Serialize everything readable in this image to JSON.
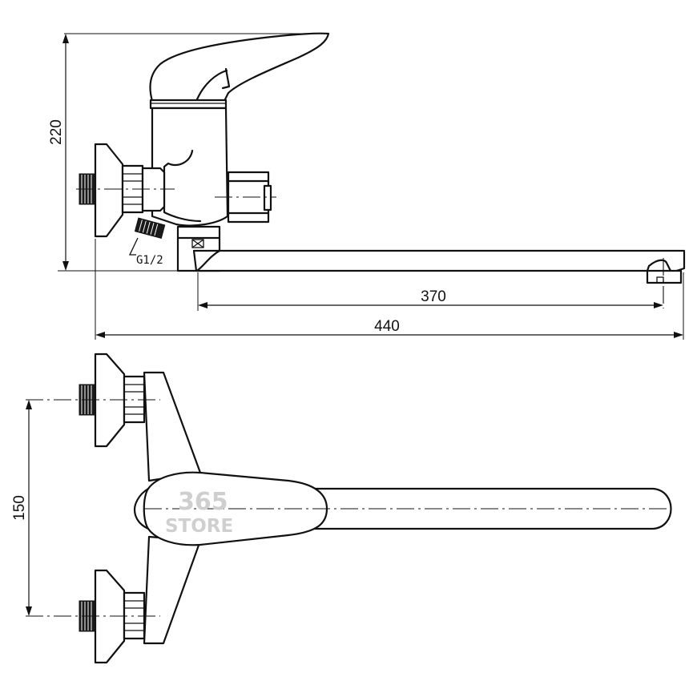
{
  "dimensions": {
    "height_total": "220",
    "spout_reach": "370",
    "overall_length": "440",
    "inlet_spacing": "150"
  },
  "labels": {
    "thread_size": "G1/2"
  },
  "watermark": {
    "line1": "365",
    "line2": "STORE"
  },
  "colors": {
    "line": "#111111",
    "background": "#ffffff",
    "watermark": "#cfcfcf"
  }
}
